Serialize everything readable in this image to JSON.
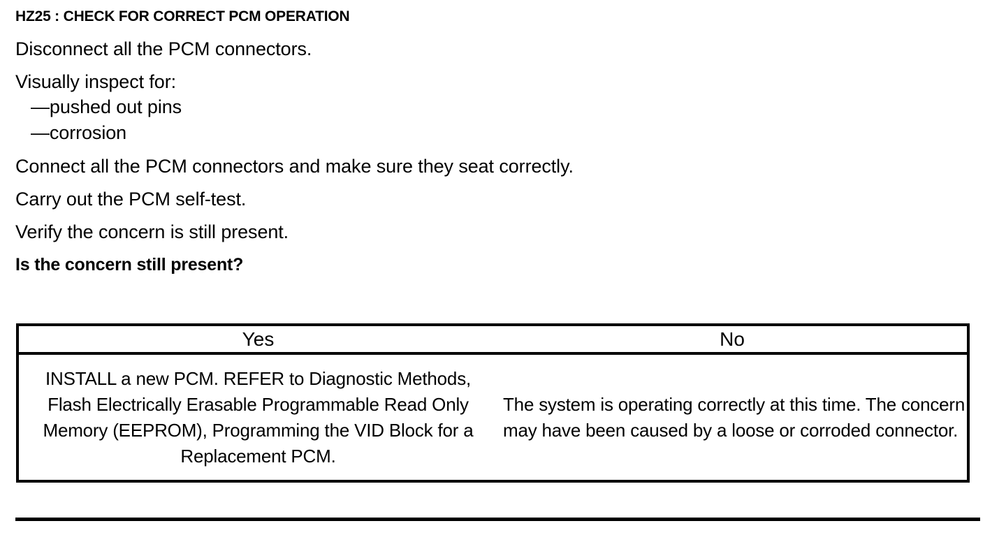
{
  "document": {
    "step_title": "HZ25 : CHECK FOR CORRECT PCM OPERATION",
    "instructions": [
      "Disconnect all the PCM connectors.",
      "Visually inspect for:",
      "—pushed out pins",
      "—corrosion",
      "Connect all the PCM connectors and make sure they seat correctly.",
      "Carry out the PCM self-test.",
      "Verify the concern is still present."
    ],
    "question": "Is the concern still present?"
  },
  "decision_table": {
    "headers": {
      "yes": "Yes",
      "no": "No"
    },
    "cells": {
      "yes": "INSTALL a new PCM. REFER to Diagnostic Methods, Flash Electrically Erasable Programmable Read Only Memory (EEPROM), Programming the VID Block for a Replacement PCM.",
      "no": "The system is operating correctly at this time. The concern may have been caused by a loose or corroded connector."
    }
  },
  "style": {
    "ink_color": "#000000",
    "page_color": "#ffffff"
  }
}
